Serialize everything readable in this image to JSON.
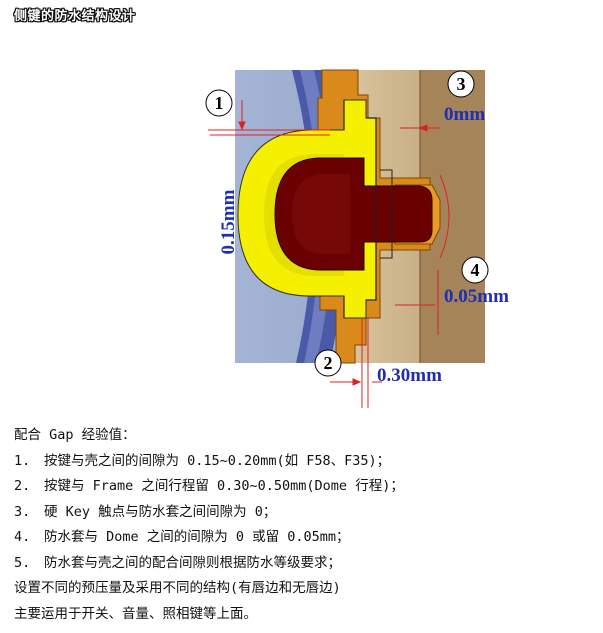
{
  "title": "侧键的防水结构设计",
  "diagram": {
    "callouts": [
      "1",
      "2",
      "3",
      "4"
    ],
    "dims": {
      "d1": "0.15mm",
      "d2": "0.30mm",
      "d3": "0mm",
      "d4": "0.05mm"
    }
  },
  "text": {
    "heading": "配合 Gap 经验值：",
    "items": [
      {
        "num": "1.",
        "text": "按键与壳之间的间隙为 0.15~0.20mm(如 F58、F35)；"
      },
      {
        "num": "2.",
        "text": "按键与 Frame 之间行程留 0.30~0.50mm(Dome 行程)；"
      },
      {
        "num": "3.",
        "text": "硬 Key 触点与防水套之间间隙为 0；"
      },
      {
        "num": "4.",
        "text": "防水套与 Dome 之间的间隙为 0 或留 0.05mm；"
      },
      {
        "num": "5.",
        "text": "防水套与壳之间的配合间隙则根据防水等级要求；"
      }
    ],
    "line6": "设置不同的预压量及采用不同的结构(有唇边和无唇边)",
    "line7": "主要运用于开关、音量、照相键等上面。"
  },
  "colors": {
    "yellow": "#f5f000",
    "maroon": "#6b0000",
    "orange": "#d98a1a",
    "tan": "#c9b08a",
    "brown": "#9a7a50",
    "blue_band": "#5a6bb8",
    "annotation_red": "#e02020",
    "label_blue": "#1f2fb0"
  }
}
